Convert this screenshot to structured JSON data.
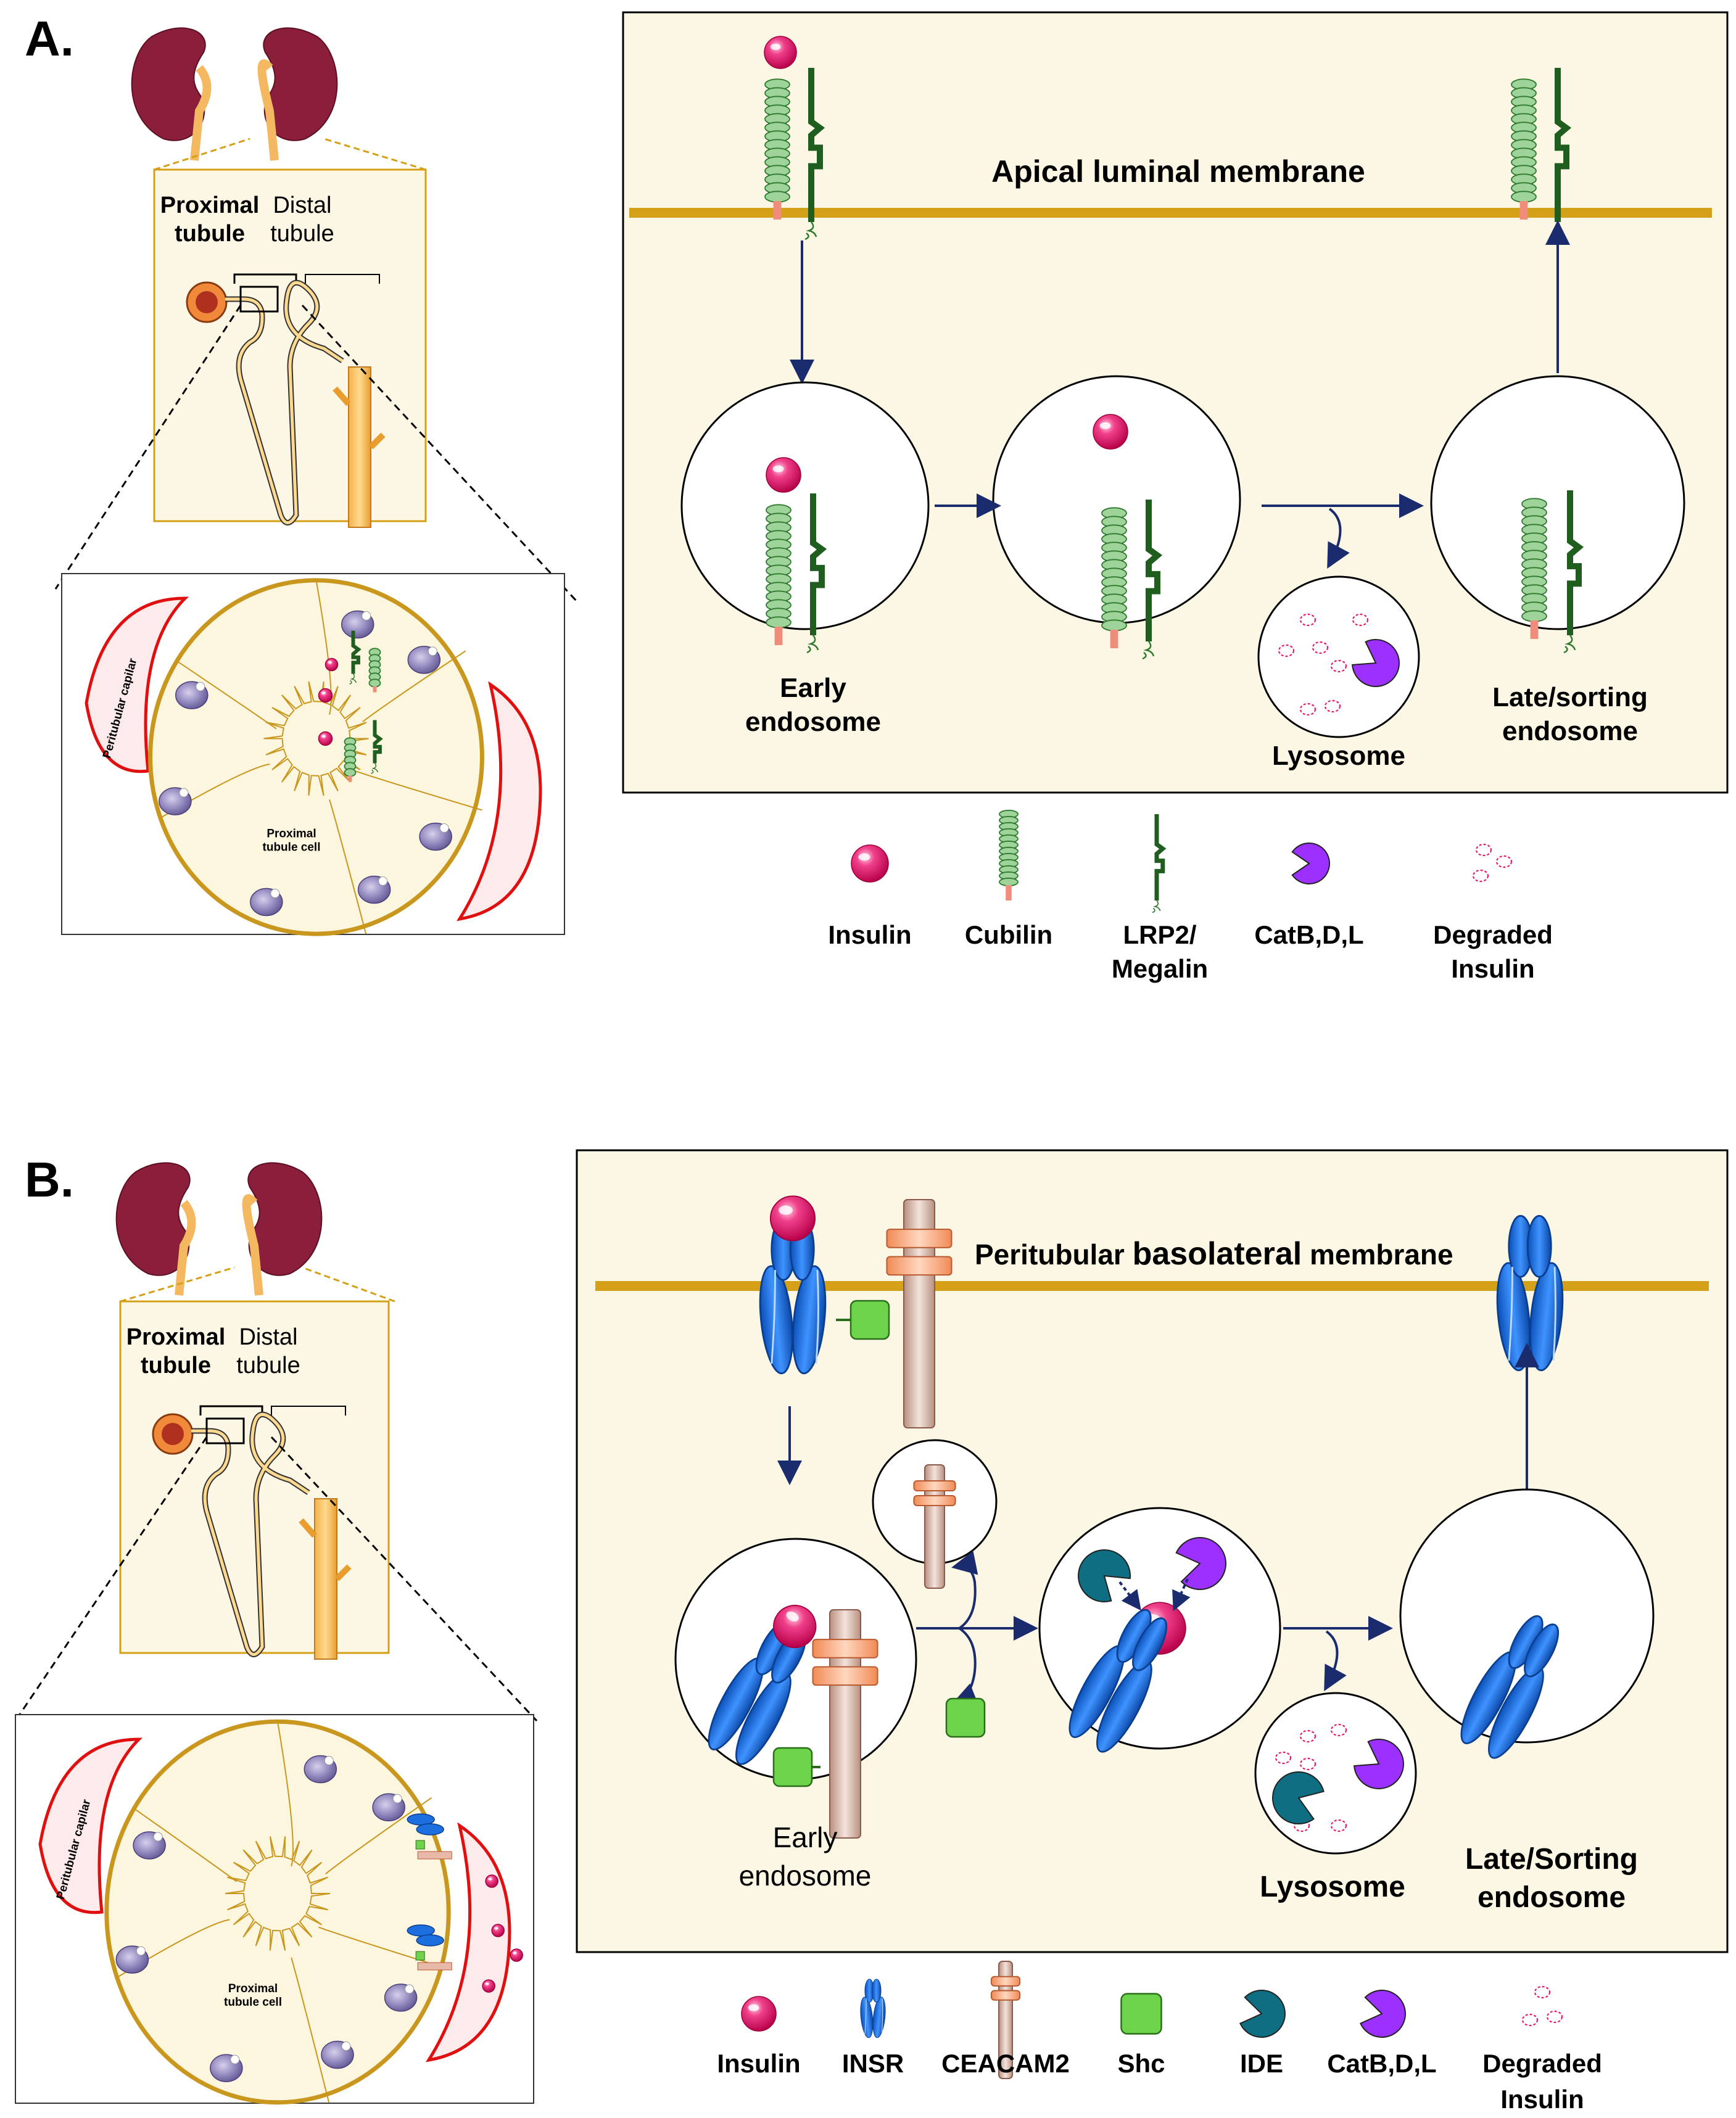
{
  "panel_a": {
    "letter": "A.",
    "membrane": "Apical luminal membrane",
    "early": [
      "Early",
      "endosome"
    ],
    "late": [
      "Late/sorting",
      "endosome"
    ],
    "lysosome": "Lysosome",
    "box_proximal": [
      "Proximal",
      "tubule"
    ],
    "box_distal": [
      "Distal",
      "tubule"
    ],
    "capillary": "Peritubular capilar",
    "cell": [
      "Proximal",
      "tubule cell"
    ],
    "legend": [
      {
        "lines": [
          "Insulin"
        ]
      },
      {
        "lines": [
          "Cubilin"
        ]
      },
      {
        "lines": [
          "LRP2/",
          "Megalin"
        ]
      },
      {
        "lines": [
          "CatB,D,L"
        ]
      },
      {
        "lines": [
          "Degraded",
          "Insulin"
        ]
      }
    ]
  },
  "panel_b": {
    "letter": "B.",
    "membrane_a": "Peritubular ",
    "membrane_b": "basolateral",
    "membrane_c": " membrane",
    "early": [
      "Early",
      "endosome"
    ],
    "late": [
      "Late/Sorting",
      "endosome"
    ],
    "lysosome": "Lysosome",
    "box_proximal": [
      "Proximal",
      "tubule"
    ],
    "box_distal": [
      "Distal",
      "tubule"
    ],
    "capillary": "Peritubular capilar",
    "cell": [
      "Proximal",
      "tubule cell"
    ],
    "legend": [
      {
        "lines": [
          "Insulin"
        ]
      },
      {
        "lines": [
          "INSR"
        ]
      },
      {
        "lines": [
          "CEACAM2"
        ]
      },
      {
        "lines": [
          "Shc"
        ]
      },
      {
        "lines": [
          "IDE"
        ]
      },
      {
        "lines": [
          "CatB,D,L"
        ]
      },
      {
        "lines": [
          "Degraded",
          "Insulin"
        ]
      }
    ]
  },
  "colors": {
    "panel_fill": "#fcf7e4",
    "membrane": "#d4a017",
    "insulin": "#e8196b",
    "cubilin": "#9ed39a",
    "megalin": "#1f5e1f",
    "catbdl": "#9b30ff",
    "ide": "#0f6e82",
    "insr": "#1d6fe0",
    "ceacam2": "#c89a86",
    "shc": "#6dd34a",
    "arrow": "#1a2c6e",
    "capillary": "#e01010",
    "kidney": "#8b1e3a"
  }
}
